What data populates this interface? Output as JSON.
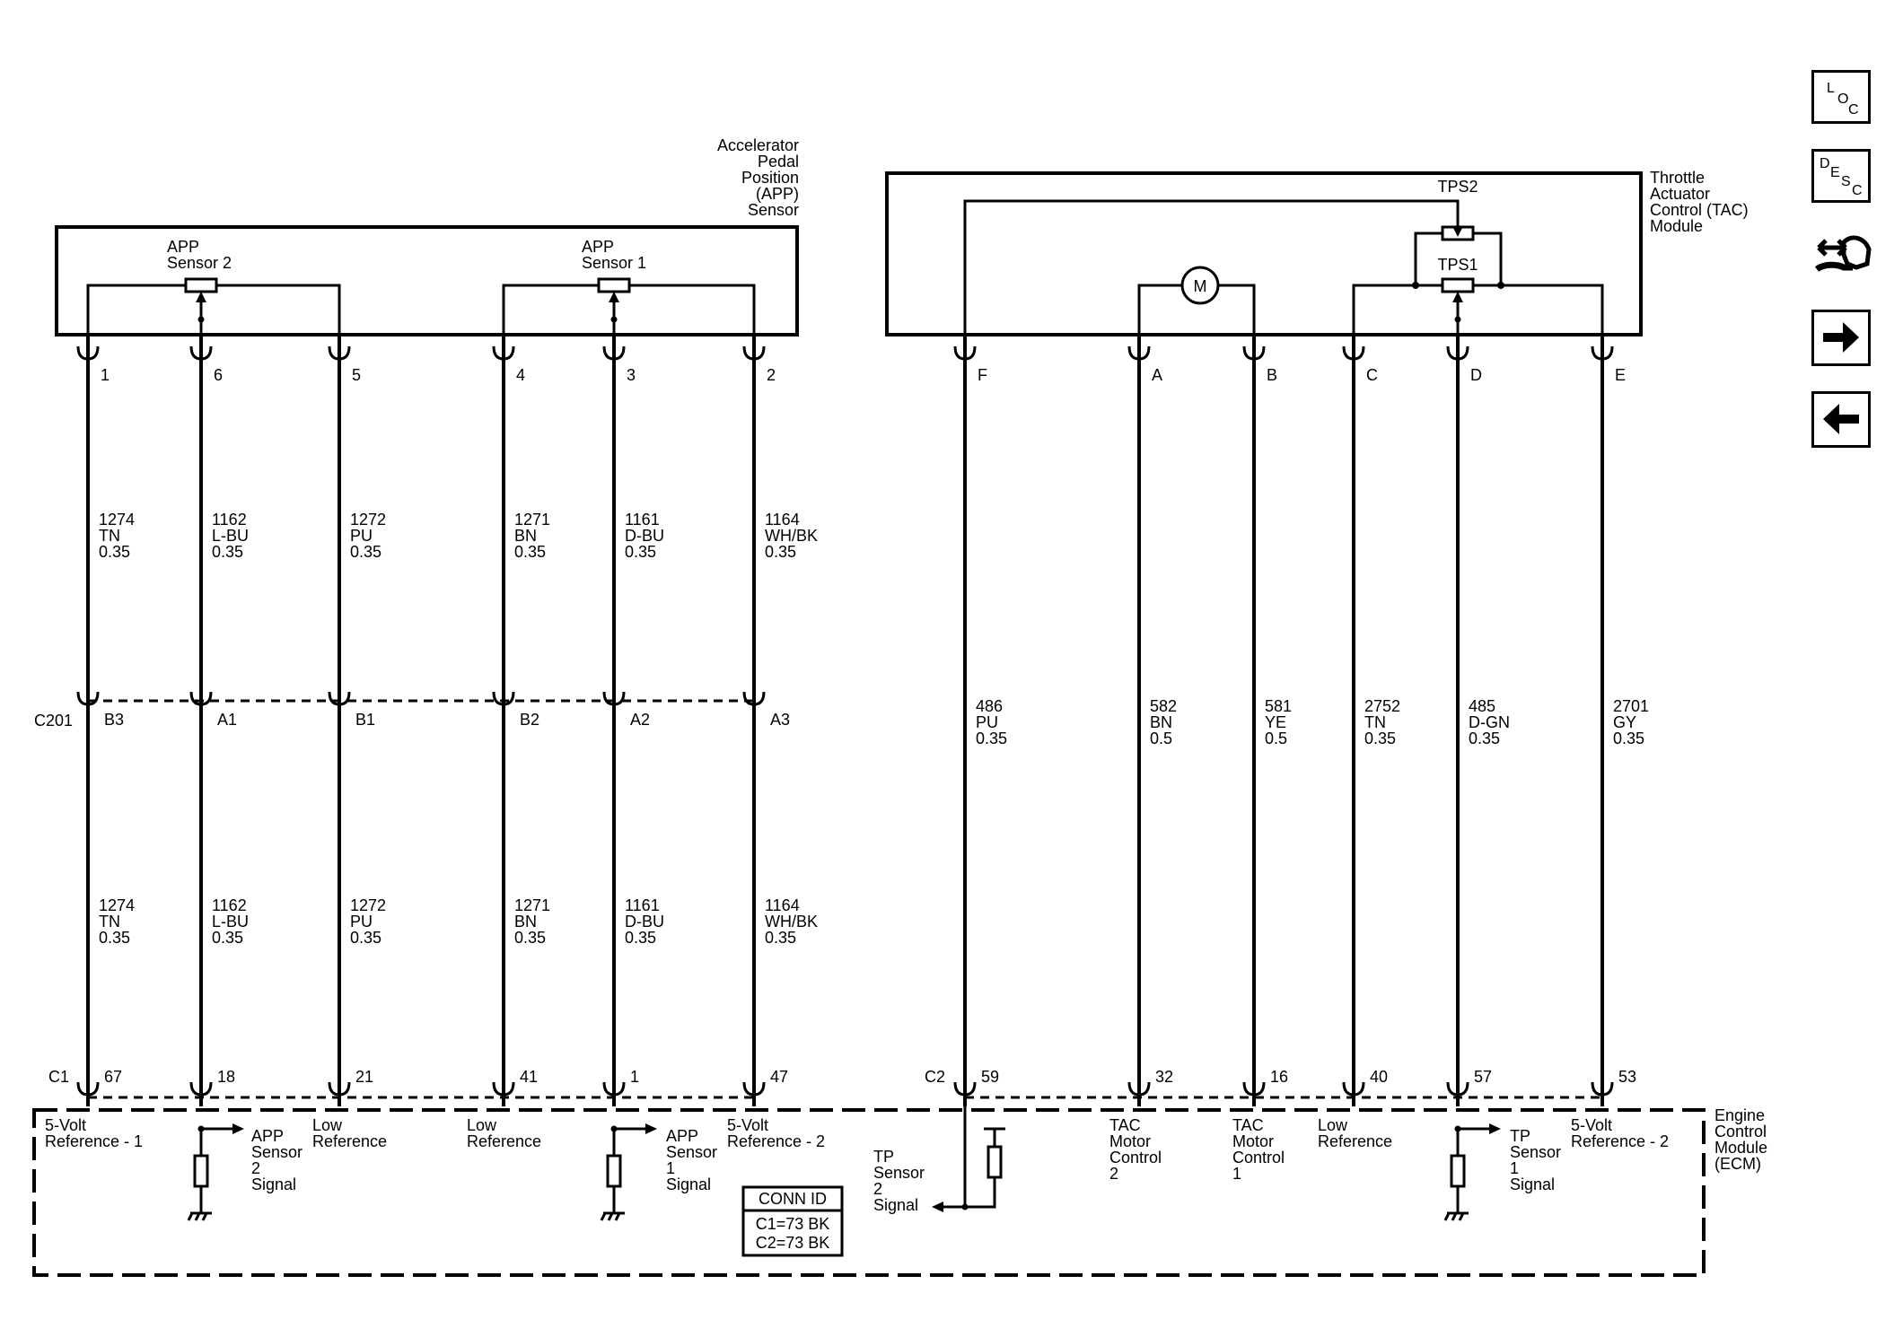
{
  "app": {
    "label": "Accelerator\nPedal\nPosition\n(APP)\nSensor",
    "sensor2": "APP\nSensor 2",
    "sensor1": "APP\nSensor 1",
    "pins": [
      "1",
      "6",
      "5",
      "4",
      "3",
      "2"
    ],
    "wires_upper": [
      "1274\nTN\n0.35",
      "1162\nL-BU\n0.35",
      "1272\nPU\n0.35",
      "1271\nBN\n0.35",
      "1161\nD-BU\n0.35",
      "1164\nWH/BK\n0.35"
    ],
    "c201_label": "C201",
    "c201_pins": [
      "B3",
      "A1",
      "B1",
      "B2",
      "A2",
      "A3"
    ],
    "wires_lower": [
      "1274\nTN\n0.35",
      "1162\nL-BU\n0.35",
      "1272\nPU\n0.35",
      "1271\nBN\n0.35",
      "1161\nD-BU\n0.35",
      "1164\nWH/BK\n0.35"
    ],
    "ecm_connector": "C1",
    "ecm_pins": [
      "67",
      "18",
      "21",
      "41",
      "1",
      "47"
    ]
  },
  "tac": {
    "label": "Throttle\nActuator\nControl (TAC)\nModule",
    "tps2": "TPS2",
    "tps1": "TPS1",
    "motor": "M",
    "pins": [
      "F",
      "A",
      "B",
      "C",
      "D",
      "E"
    ],
    "wires": [
      "486\nPU\n0.35",
      "582\nBN\n0.5",
      "581\nYE\n0.5",
      "2752\nTN\n0.35",
      "485\nD-GN\n0.35",
      "2701\nGY\n0.35"
    ],
    "ecm_connector": "C2",
    "ecm_pins": [
      "59",
      "32",
      "16",
      "40",
      "57",
      "53"
    ]
  },
  "ecm": {
    "label": "Engine\nControl\nModule\n(ECM)",
    "functions": {
      "ref1": "5-Volt\nReference - 1",
      "app2_signal": "APP\nSensor\n2\nSignal",
      "low_ref_a": "Low\nReference",
      "low_ref_b": "Low\nReference",
      "app1_signal": "APP\nSensor\n1\nSignal",
      "ref2_a": "5-Volt\nReference - 2",
      "tp2_signal": "TP\nSensor\n2\nSignal",
      "tac_motor2": "TAC\nMotor\nControl\n2",
      "tac_motor1": "TAC\nMotor\nControl\n1",
      "low_ref_c": "Low\nReference",
      "tp1_signal": "TP\nSensor\n1\nSignal",
      "ref2_b": "5-Volt\nReference - 2"
    },
    "conn_id_title": "CONN ID",
    "conn_id_lines": [
      "C1=73 BK",
      "C2=73 BK"
    ]
  },
  "nav": {
    "loc": "LOC",
    "desc": "DESC",
    "icons": [
      "loc-icon",
      "desc-icon",
      "connector-view-icon",
      "next-arrow-icon",
      "previous-arrow-icon"
    ]
  }
}
